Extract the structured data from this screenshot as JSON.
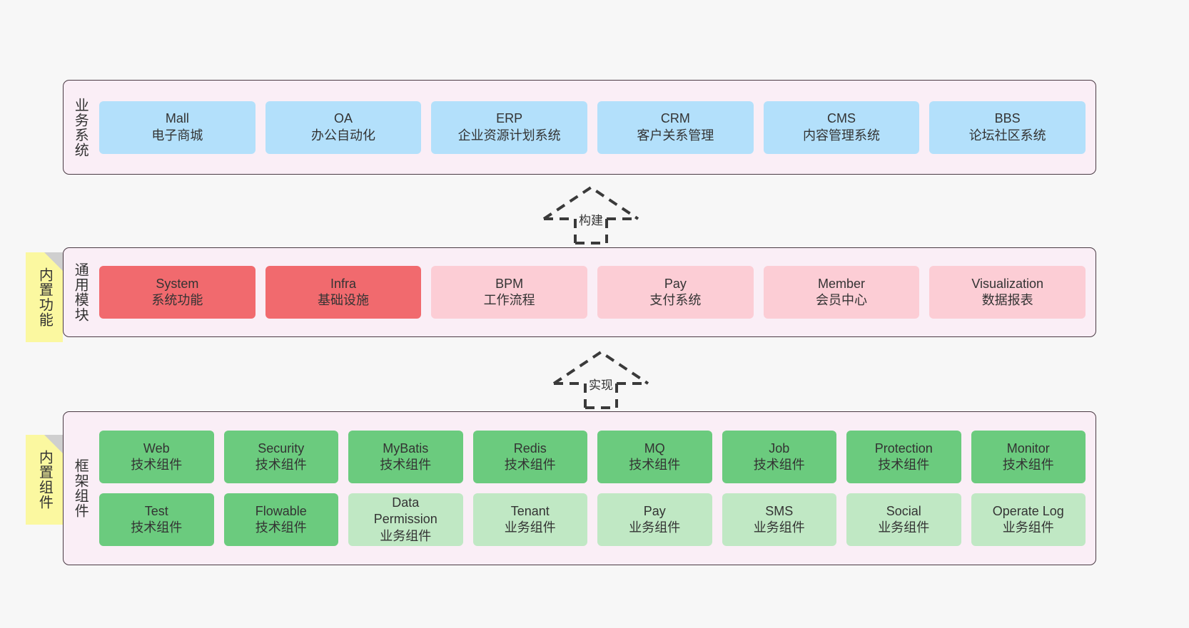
{
  "diagram": {
    "background_color": "#f7f7f7",
    "container_color": "#faeef6",
    "border_color": "#4a3a44",
    "note_color": "#fbf8a0"
  },
  "layers": [
    {
      "id": "business-system",
      "label": "业务系统",
      "rows": [
        {
          "style": "blue",
          "color": "#b3e0fb",
          "cells": [
            {
              "name": "Mall",
              "sub": "电子商城"
            },
            {
              "name": "OA",
              "sub": "办公自动化"
            },
            {
              "name": "ERP",
              "sub": "企业资源计划系统"
            },
            {
              "name": "CRM",
              "sub": "客户关系管理"
            },
            {
              "name": "CMS",
              "sub": "内容管理系统"
            },
            {
              "name": "BBS",
              "sub": "论坛社区系统"
            }
          ]
        }
      ]
    },
    {
      "id": "common-module",
      "label": "通用模块",
      "note": "内置功能",
      "rows": [
        {
          "cells": [
            {
              "name": "System",
              "sub": "系统功能",
              "style": "red-strong",
              "color": "#f16a6e"
            },
            {
              "name": "Infra",
              "sub": "基础设施",
              "style": "red-strong",
              "color": "#f16a6e"
            },
            {
              "name": "BPM",
              "sub": "工作流程",
              "style": "pink-soft",
              "color": "#fccdd5"
            },
            {
              "name": "Pay",
              "sub": "支付系统",
              "style": "pink-soft",
              "color": "#fccdd5"
            },
            {
              "name": "Member",
              "sub": "会员中心",
              "style": "pink-soft",
              "color": "#fccdd5"
            },
            {
              "name": "Visualization",
              "sub": "数据报表",
              "style": "pink-soft",
              "color": "#fccdd5"
            }
          ]
        }
      ]
    },
    {
      "id": "framework-component",
      "label": "框架组件",
      "note": "内置组件",
      "rows": [
        {
          "cells": [
            {
              "name": "Web",
              "sub": "技术组件",
              "style": "green-dark",
              "color": "#6bcb7e"
            },
            {
              "name": "Security",
              "sub": "技术组件",
              "style": "green-dark",
              "color": "#6bcb7e"
            },
            {
              "name": "MyBatis",
              "sub": "技术组件",
              "style": "green-dark",
              "color": "#6bcb7e"
            },
            {
              "name": "Redis",
              "sub": "技术组件",
              "style": "green-dark",
              "color": "#6bcb7e"
            },
            {
              "name": "MQ",
              "sub": "技术组件",
              "style": "green-dark",
              "color": "#6bcb7e"
            },
            {
              "name": "Job",
              "sub": "技术组件",
              "style": "green-dark",
              "color": "#6bcb7e"
            },
            {
              "name": "Protection",
              "sub": "技术组件",
              "style": "green-dark",
              "color": "#6bcb7e"
            },
            {
              "name": "Monitor",
              "sub": "技术组件",
              "style": "green-dark",
              "color": "#6bcb7e"
            }
          ]
        },
        {
          "cells": [
            {
              "name": "Test",
              "sub": "技术组件",
              "style": "green-dark",
              "color": "#6bcb7e"
            },
            {
              "name": "Flowable",
              "sub": "技术组件",
              "style": "green-dark",
              "color": "#6bcb7e"
            },
            {
              "name": "Data Permission",
              "sub": "业务组件",
              "style": "green-soft",
              "color": "#c0e8c4"
            },
            {
              "name": "Tenant",
              "sub": "业务组件",
              "style": "green-soft",
              "color": "#c0e8c4"
            },
            {
              "name": "Pay",
              "sub": "业务组件",
              "style": "green-soft",
              "color": "#c0e8c4"
            },
            {
              "name": "SMS",
              "sub": "业务组件",
              "style": "green-soft",
              "color": "#c0e8c4"
            },
            {
              "name": "Social",
              "sub": "业务组件",
              "style": "green-soft",
              "color": "#c0e8c4"
            },
            {
              "name": "Operate Log",
              "sub": "业务组件",
              "style": "green-soft",
              "color": "#c0e8c4"
            }
          ]
        }
      ]
    }
  ],
  "connectors": [
    {
      "id": "build",
      "label": "构建",
      "style": "dashed-generalization"
    },
    {
      "id": "implement",
      "label": "实现",
      "style": "dashed-generalization"
    }
  ]
}
